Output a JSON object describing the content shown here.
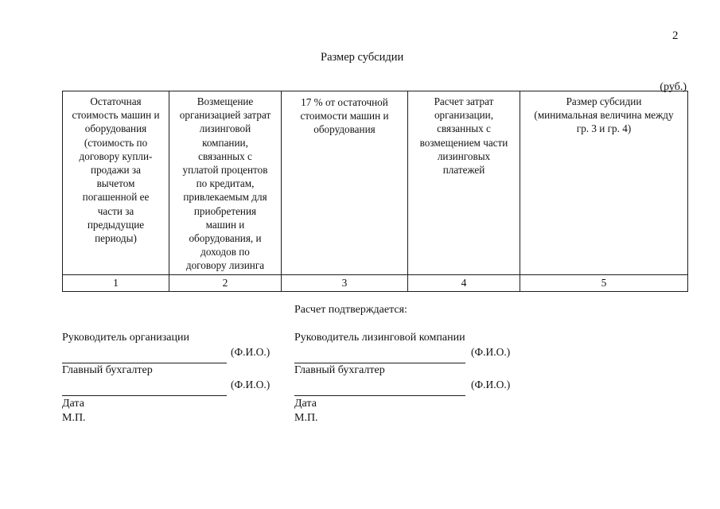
{
  "page": {
    "number": "2",
    "title": "Размер субсидии",
    "units_note": "(руб.)"
  },
  "table": {
    "columns": [
      {
        "header": "Остаточная\nстоимость машин и\nоборудования\n(стоимость по\nдоговору купли-\nпродажи за\nвычетом\nпогашенной ее\nчасти за\nпредыдущие\nпериоды)",
        "number": "1"
      },
      {
        "header": "Возмещение\nорганизацией затрат\nлизинговой\nкомпании,\nсвязанных с\nуплатой процентов\nпо кредитам,\nпривлекаемым для\nприобретения\nмашин и\nоборудования, и\nдоходов по\nдоговору лизинга",
        "number": "2"
      },
      {
        "header": "17 % от остаточной\nстоимости  машин и\nоборудования",
        "number": "3"
      },
      {
        "header": "Расчет затрат\nорганизации,\nсвязанных с\nвозмещением части\nлизинговых\nплатежей",
        "number": "4"
      },
      {
        "header": "Размер субсидии\n(минимальная величина между\nгр. 3 и гр. 4)",
        "number": "5"
      }
    ]
  },
  "confirmation": {
    "note": "Расчет подтверждается:"
  },
  "signatures": {
    "left": {
      "head_role": "Руководитель организации",
      "head_fio": "(Ф.И.О.)",
      "accountant_role": "Главный бухгалтер",
      "accountant_fio": "(Ф.И.О.)",
      "date_label": "Дата",
      "stamp_label": "М.П."
    },
    "right": {
      "head_role": "Руководитель лизинговой компании",
      "head_fio": "(Ф.И.О.)",
      "accountant_role": "Главный бухгалтер",
      "accountant_fio": "(Ф.И.О.)",
      "date_label": "Дата",
      "stamp_label": "М.П."
    }
  }
}
